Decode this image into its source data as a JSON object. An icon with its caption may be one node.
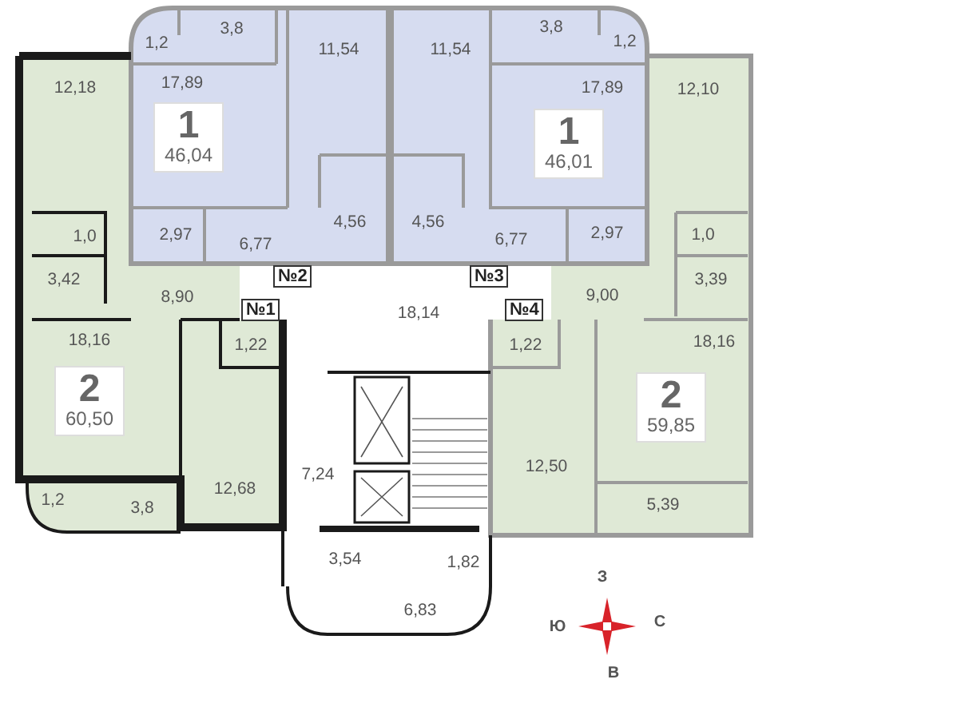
{
  "diagram": {
    "nodes": [
      {
        "text": [
          "1",
          "46,04"
        ]
      },
      {
        "text": [
          "1",
          "46,01"
        ]
      },
      {
        "text": [
          "№2"
        ]
      },
      {
        "text": [
          "№3"
        ]
      },
      {
        "text": [
          "№1"
        ]
      },
      {
        "text": [
          "№4"
        ]
      },
      {
        "text": [
          "2",
          "60,50"
        ]
      },
      {
        "text": [
          "2",
          "59,85"
        ]
      }
    ],
    "labels": [
      "1,2",
      "3,8",
      "11,54",
      "11,54",
      "3,8",
      "1,2",
      "12,18",
      "17,89",
      "17,89",
      "12,10",
      "1,0",
      "2,97",
      "6,77",
      "4,56",
      "4,56",
      "6,77",
      "2,97",
      "1,0",
      "3,42",
      "3,39",
      "8,90",
      "9,00",
      "18,14",
      "18,16",
      "1,22",
      "1,22",
      "18,16",
      "1,2",
      "3,8",
      "12,68",
      "7,24",
      "12,50",
      "5,39",
      "3,54",
      "1,82",
      "З",
      "6,83",
      "Ю",
      "С",
      "В"
    ]
  }
}
